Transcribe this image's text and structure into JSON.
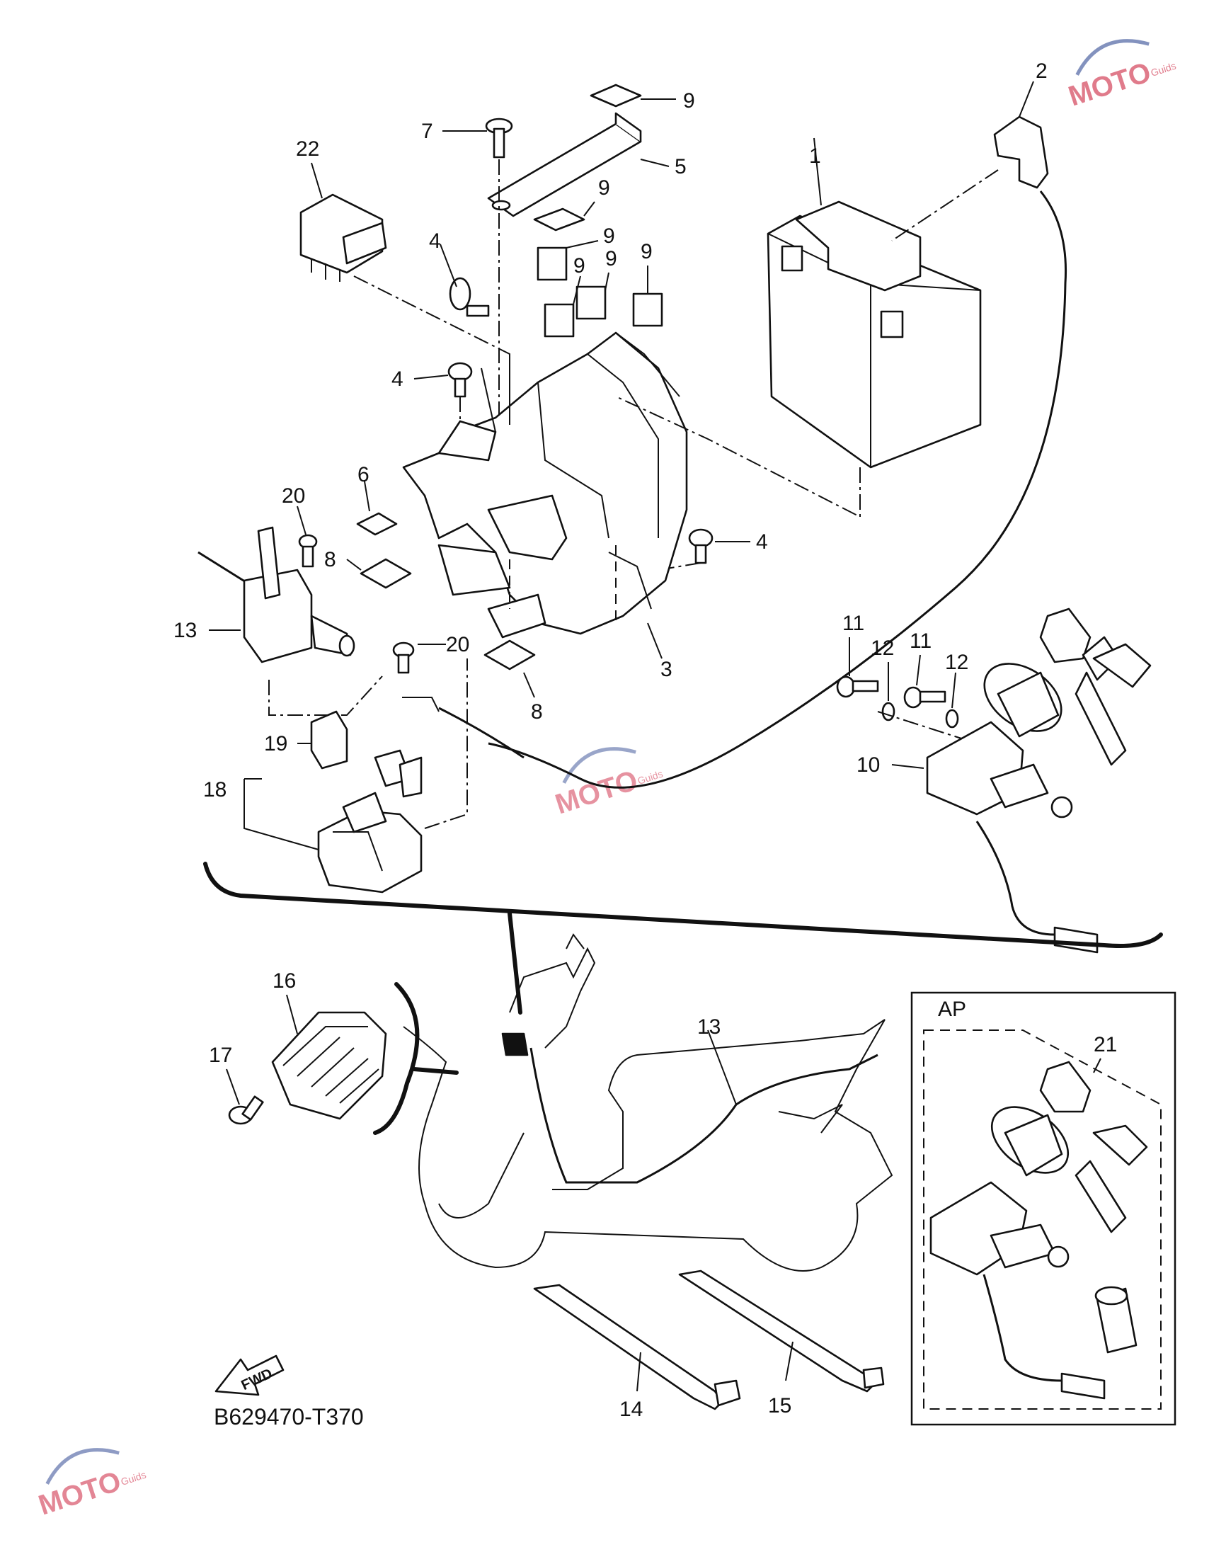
{
  "diagram_code": "B629470-T370",
  "fwd_arrow_label": "FWD",
  "ap_box_label": "AP",
  "part_labels": {
    "p1": "1",
    "p2": "2",
    "p3": "3",
    "p4a": "4",
    "p4b": "4",
    "p4c": "4",
    "p5": "5",
    "p6": "6",
    "p7": "7",
    "p8a": "8",
    "p8b": "8",
    "p9a": "9",
    "p9b": "9",
    "p9c": "9",
    "p9d": "9",
    "p9e": "9",
    "p9f": "9",
    "p10": "10",
    "p11a": "11",
    "p11b": "11",
    "p12a": "12",
    "p12b": "12",
    "p13a": "13",
    "p13b": "13",
    "p14": "14",
    "p15": "15",
    "p16": "16",
    "p17": "17",
    "p18": "18",
    "p19": "19",
    "p20a": "20",
    "p20b": "20",
    "p21": "21",
    "p22": "22"
  },
  "watermark": {
    "text": "MOTO",
    "subtext": "Guids",
    "colors": {
      "primary": "#c8102e",
      "secondary": "#1f3a8a"
    }
  }
}
